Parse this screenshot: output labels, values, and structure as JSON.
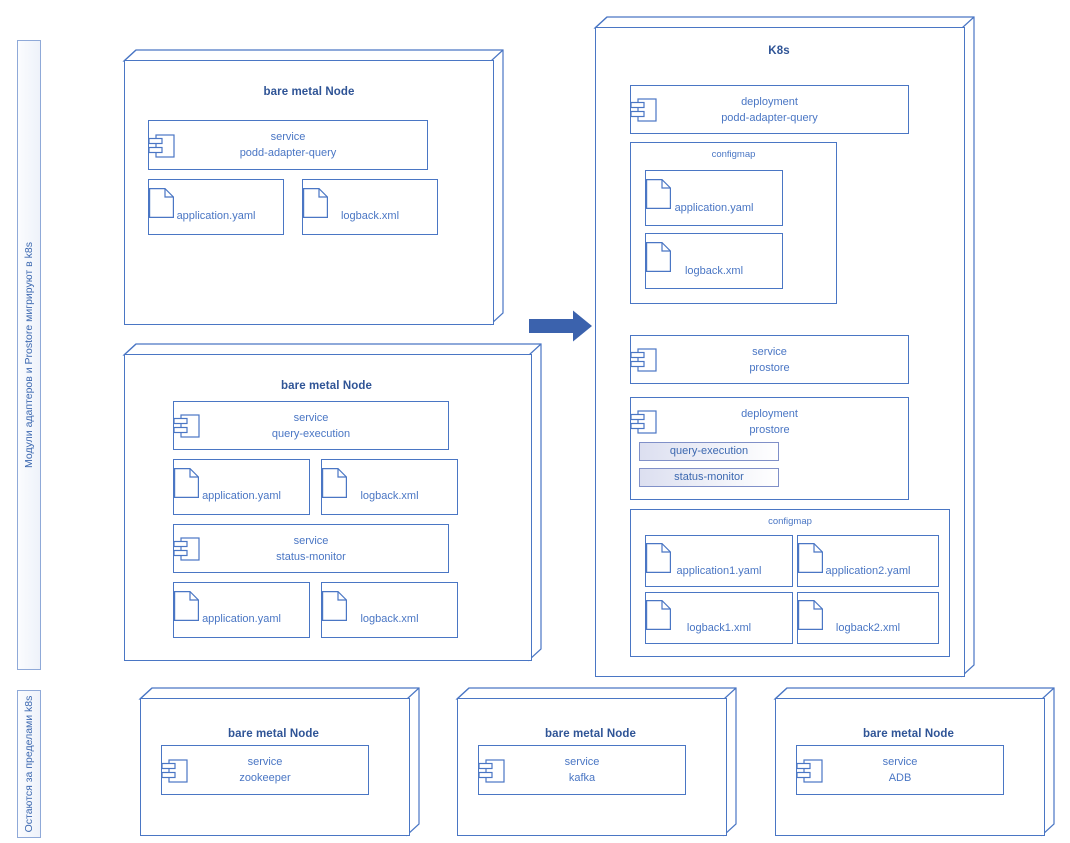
{
  "diagram": {
    "title": "k8s migration component diagram",
    "colors": {
      "stroke": "#4a76c4",
      "title_text": "#2f5496",
      "body_text": "#4a76c4",
      "arrow": "#3b62ad",
      "band_stroke": "#8fa9d8",
      "pill_fill": "#dcdff0"
    },
    "icons": {
      "component": "component-icon",
      "file": "file-icon",
      "arrow": "right-arrow-icon"
    }
  },
  "bands": [
    {
      "id": "migrating",
      "text": "Модули адаптеров и Prostore мигрируют в k8s"
    },
    {
      "id": "outside",
      "text": "Остаются за пределами k8s"
    }
  ],
  "left_nodes": [
    {
      "id": "node-podd-adapter-query",
      "title": "bare metal Node",
      "service": {
        "kind": "service",
        "name": "podd-adapter-query"
      },
      "files": [
        "application.yaml",
        "logback.xml"
      ]
    },
    {
      "id": "node-query-execution",
      "title": "bare metal Node",
      "service": {
        "kind": "service",
        "name": "query-execution"
      },
      "files": [
        "application.yaml",
        "logback.xml"
      ],
      "service2": {
        "kind": "service",
        "name": "status-monitor"
      },
      "files2": [
        "application.yaml",
        "logback.xml"
      ]
    }
  ],
  "k8s": {
    "title": "K8s",
    "deployment1": {
      "kind": "deployment",
      "name": "podd-adapter-query"
    },
    "configmap1": {
      "title": "configmap",
      "files": [
        "application.yaml",
        "logback.xml"
      ]
    },
    "service1": {
      "kind": "service",
      "name": "prostore"
    },
    "deployment2": {
      "kind": "deployment",
      "name": "prostore",
      "pods": [
        "query-execution",
        "status-monitor"
      ]
    },
    "configmap2": {
      "title": "configmap",
      "files": [
        "application1.yaml",
        "application2.yaml",
        "logback1.xml",
        "logback2.xml"
      ]
    }
  },
  "bottom_nodes": [
    {
      "id": "node-zookeeper",
      "title": "bare metal Node",
      "service": {
        "kind": "service",
        "name": "zookeeper"
      }
    },
    {
      "id": "node-kafka",
      "title": "bare metal Node",
      "service": {
        "kind": "service",
        "name": "kafka"
      }
    },
    {
      "id": "node-adb",
      "title": "bare metal Node",
      "service": {
        "kind": "service",
        "name": "ADB"
      }
    }
  ]
}
